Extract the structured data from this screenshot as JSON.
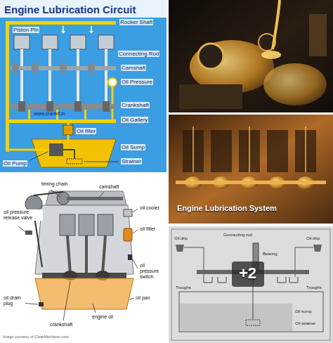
{
  "diagram": {
    "labels": [
      "Engine Lubrication Circuit",
      "Rocker Shaft",
      "Piston Pin",
      "Connecting Rod",
      "Camshaft",
      "Oil Pressure",
      "Crankshaft",
      "www.crankit.in",
      "Oil Gallery",
      "Oil filter",
      "Oil Pump",
      "Oil Sump",
      "Strainer",
      "Engine Lubrication System",
      "timing chain",
      "camshaft",
      "oil cooler",
      "oil pressure release valve",
      "oil filter",
      "oil pressure switch",
      "oil drain plug",
      "oil pan",
      "engine oil",
      "crankshaft",
      "Image courtesy of ClearMechanic.com",
      "Oil drip",
      "Connecting rod",
      "Oil drip",
      "Bearing",
      "Troughs",
      "Troughs",
      "Oil sump",
      "Oil strainer",
      "+2"
    ]
  }
}
